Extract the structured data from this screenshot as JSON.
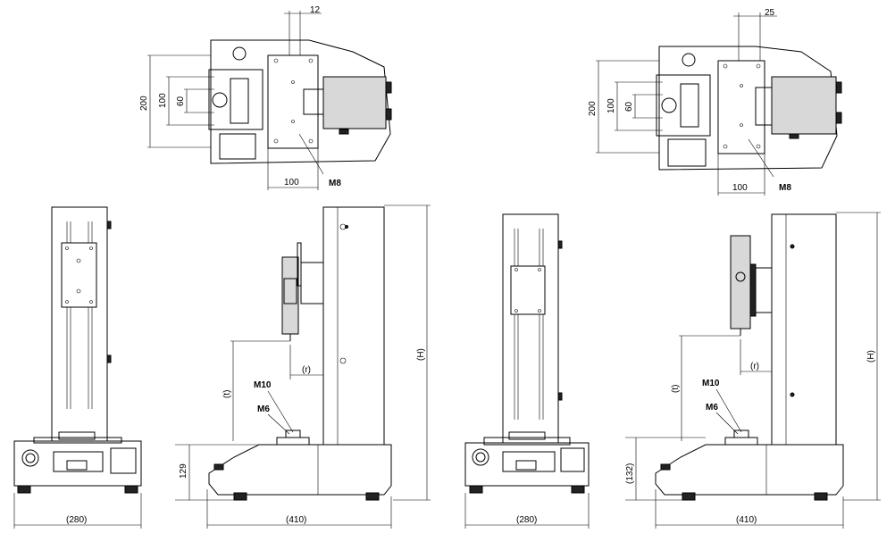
{
  "top_views": [
    {
      "dim_offset": "12",
      "dim_200": "200",
      "dim_100": "100",
      "dim_60": "60",
      "dim_bottom": "100",
      "thread": "M8"
    },
    {
      "dim_offset": "25",
      "dim_200": "200",
      "dim_100": "100",
      "dim_60": "60",
      "dim_bottom": "100",
      "thread": "M8"
    }
  ],
  "front_views": [
    {
      "width_label": "(280)"
    },
    {
      "width_label": "(280)"
    }
  ],
  "side_views": [
    {
      "height_label": "(H)",
      "stroke_label": "(t)",
      "reach_label": "(r)",
      "thread_upper": "M10",
      "thread_lower": "M6",
      "base_height": "129",
      "depth_label": "(410)"
    },
    {
      "height_label": "(H)",
      "stroke_label": "(t)",
      "reach_label": "(r)",
      "thread_upper": "M10",
      "thread_lower": "M6",
      "base_height": "(132)",
      "depth_label": "(410)"
    }
  ]
}
